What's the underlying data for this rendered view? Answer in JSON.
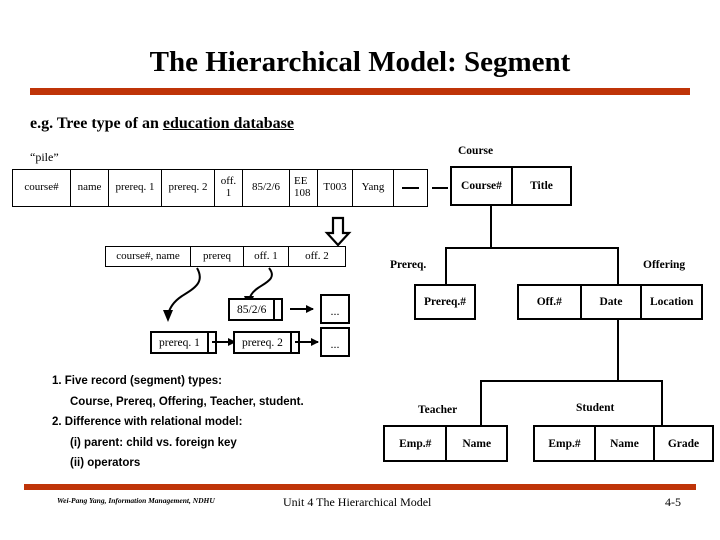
{
  "slide": {
    "title": "The Hierarchical Model: Segment",
    "subtitle_prefix": "e.g. Tree type of an ",
    "subtitle_underlined": "education database",
    "accent_color": "#bf3408",
    "rule_color": "#bf3408"
  },
  "pile": {
    "label": "“pile”",
    "cells": [
      {
        "text": "course#"
      },
      {
        "text": "name"
      },
      {
        "text": "prereq. 1"
      },
      {
        "text": "prereq. 2"
      },
      {
        "text": "off. 1"
      },
      {
        "text": "85/2/6"
      },
      {
        "text": "EE",
        "text2": "108"
      },
      {
        "text": "T003"
      },
      {
        "text": "Yang"
      },
      {
        "text": "—"
      }
    ]
  },
  "clustered": {
    "cells": [
      "course#, name",
      "prereq",
      "off. 1",
      "off. 2"
    ],
    "nodes": [
      {
        "value": "85/2/6"
      },
      {
        "value": "prereq. 1"
      },
      {
        "value": "prereq. 2"
      }
    ],
    "dots": [
      "...",
      "..."
    ],
    "down_arrow": "⇩"
  },
  "hierarchy": {
    "course": {
      "label": "Course",
      "fields": [
        "Course#",
        "Title"
      ]
    },
    "prereq": {
      "label": "Prereq.",
      "fields": [
        "Prereq.#"
      ]
    },
    "offering": {
      "label": "Offering",
      "fields": [
        "Off.#",
        "Date",
        "Location"
      ]
    },
    "teacher": {
      "label": "Teacher",
      "fields": [
        "Emp.#",
        "Name"
      ]
    },
    "student": {
      "label": "Student",
      "fields": [
        "Emp.#",
        "Name",
        "Grade"
      ]
    }
  },
  "bullets": {
    "item1": "1. Five record (segment) types:",
    "item1_detail": "Course, Prereq, Offering, Teacher, student.",
    "item2": "2. Difference with relational model:",
    "item2_i": "(i) parent: child vs. foreign key",
    "item2_ii": "(ii) operators"
  },
  "footer": {
    "left": "Wei-Pang Yang, Information Management, NDHU",
    "center": "Unit 4  The Hierarchical Model",
    "right": "4-5"
  }
}
